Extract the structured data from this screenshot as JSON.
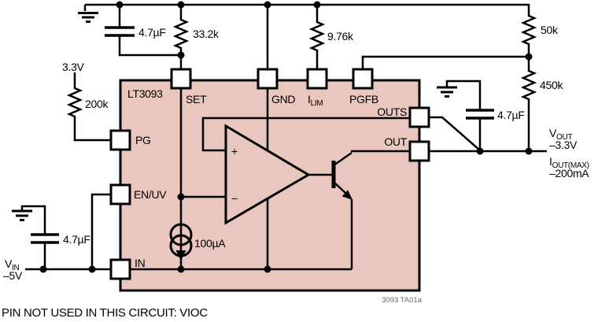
{
  "colors": {
    "chip_fill": "#e9c7bf",
    "wire": "#000000",
    "background": "#ffffff"
  },
  "chip": {
    "name": "LT3093",
    "figure_id": "3093 TA01a"
  },
  "pins": {
    "set": "SET",
    "gnd": "GND",
    "ilim_main": "I",
    "ilim_sub": "LIM",
    "pgfb": "PGFB",
    "pg": "PG",
    "enuv": "EN/UV",
    "in": "IN",
    "outs": "OUTS",
    "out": "OUT"
  },
  "opamp": {
    "plus": "+",
    "minus": "−"
  },
  "internal": {
    "current_source": "100µA"
  },
  "components": {
    "set_cap": "4.7µF",
    "set_res": "33.2k",
    "ilim_res": "9.76k",
    "pgfb_res_top": "50k",
    "pgfb_res_bottom": "450k",
    "pg_supply": "3.3V",
    "pg_res": "200k",
    "in_cap": "4.7µF",
    "out_cap": "4.7µF"
  },
  "io": {
    "vin_main": "V",
    "vin_sub": "IN",
    "vin_value": "–5V",
    "vout_main": "V",
    "vout_sub": "OUT",
    "vout_value": "–3.3V",
    "iout_main": "I",
    "iout_sub": "OUT(MAX)",
    "iout_value": "–200mA"
  },
  "footer": "PIN NOT USED IN THIS CIRCUIT: VIOC"
}
